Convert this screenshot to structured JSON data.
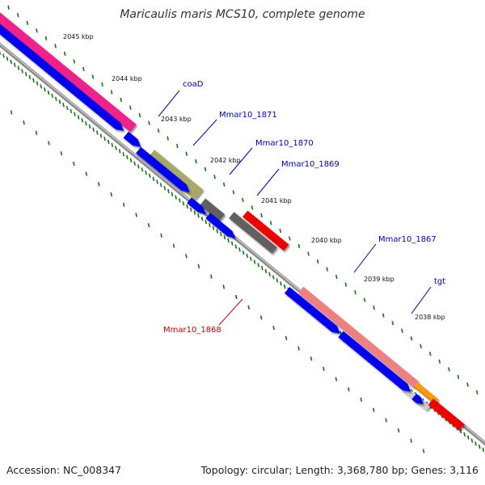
{
  "title": "Maricaulis maris MCS10, complete genome",
  "footer": {
    "accession": "Accession: NC_008347",
    "summary": "Topology: circular; Length: 3,368,780 bp; Genes: 3,116"
  },
  "kbp_labels": [
    "2045 kbp",
    "2044 kbp",
    "2043 kbp",
    "2042 kbp",
    "2041 kbp",
    "2040 kbp",
    "2039 kbp",
    "2038 kbp"
  ],
  "gene_labels": [
    "coaD",
    "Mmar10_1871",
    "Mmar10_1870",
    "Mmar10_1869",
    "Mmar10_1867",
    "tgt",
    "Mmar10_1868"
  ],
  "colors": {
    "cds": "#0000ee",
    "outline": "#7a7a7a",
    "pink": "#ee2288",
    "olive": "#a9a866",
    "gray": "#606060",
    "red": "#ee0000",
    "salmon": "#ee8080",
    "orange": "#ff9900",
    "tick": "#117711",
    "label_blue": "#0000bb",
    "label_red": "#cc0000"
  }
}
